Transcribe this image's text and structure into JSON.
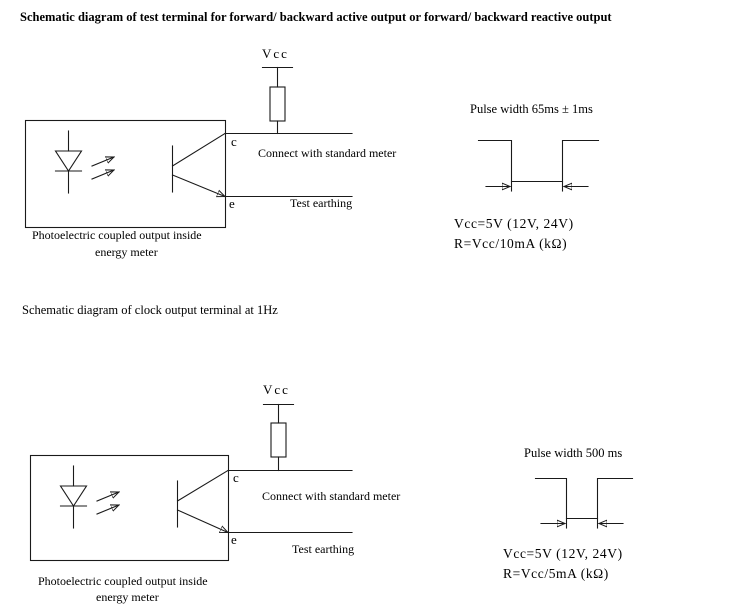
{
  "page": {
    "background": "#ffffff",
    "line_color": "#1a1a1a",
    "text_color": "#000000"
  },
  "sections": [
    {
      "title": "Schematic diagram of test terminal for forward/ backward active output or forward/ backward reactive output",
      "circuit": {
        "vcc_label": "Vcc",
        "collector_label": "c",
        "emitter_label": "e",
        "connect_label": "Connect with standard meter",
        "earthing_label": "Test earthing",
        "caption_line1": "Photoelectric coupled output inside",
        "caption_line2": "energy meter"
      },
      "pulse": {
        "width_label": "Pulse width 65ms ± 1ms",
        "vcc_equation": "Vcc=5V (12V, 24V)",
        "r_equation": "R=Vcc/10mA (kΩ)"
      }
    },
    {
      "title": "Schematic diagram of clock output terminal at 1Hz",
      "circuit": {
        "vcc_label": "Vcc",
        "collector_label": "c",
        "emitter_label": "e",
        "connect_label": "Connect with standard meter",
        "earthing_label": "Test earthing",
        "caption_line1": "Photoelectric coupled output inside",
        "caption_line2": "energy meter"
      },
      "pulse": {
        "width_label": "Pulse width 500 ms",
        "vcc_equation": "Vcc=5V (12V, 24V)",
        "r_equation": "R=Vcc/5mA (kΩ)"
      }
    }
  ]
}
